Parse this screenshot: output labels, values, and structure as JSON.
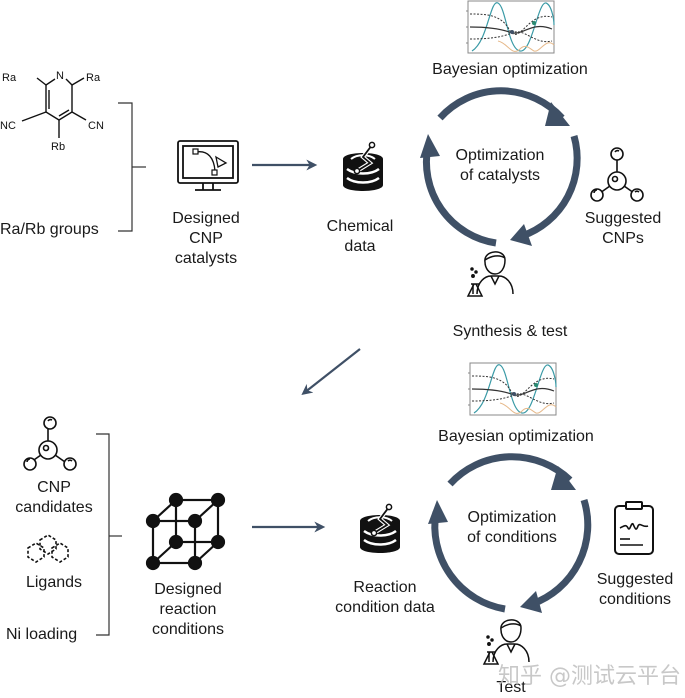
{
  "colors": {
    "arrow": "#3f5066",
    "ink": "#111111",
    "bo_teal": "#3a9aa6",
    "bo_orange": "#e6b98a"
  },
  "top": {
    "molecule": {
      "atoms": {
        "n": "N",
        "ra_left": "Ra",
        "ra_right": "Ra",
        "nc_left": "NC",
        "cn_right": "CN",
        "rb": "Rb"
      }
    },
    "ra_rb_label": "Ra/Rb groups",
    "designed_label": [
      "Designed",
      "CNP",
      "catalysts"
    ],
    "chemical_data_label": [
      "Chemical",
      "data"
    ],
    "bo_label": "Bayesian optimization",
    "cycle_label": [
      "Optimization",
      "of catalysts"
    ],
    "suggested_label": [
      "Suggested",
      "CNPs"
    ],
    "synthesis_label": "Synthesis & test",
    "icons": [
      "design-computer-icon",
      "database-icon",
      "bayesian-plot-icon",
      "molecule-icon",
      "scientist-icon"
    ]
  },
  "bottom": {
    "cnp_label": [
      "CNP",
      "candidates"
    ],
    "ligands_label": "Ligands",
    "ni_label": "Ni loading",
    "designed_label": [
      "Designed",
      "reaction",
      "conditions"
    ],
    "data_label": [
      "Reaction",
      "condition data"
    ],
    "bo_label": "Bayesian optimization",
    "cycle_label": [
      "Optimization",
      "of conditions"
    ],
    "suggested_label": [
      "Suggested",
      "conditions"
    ],
    "test_label": "Test",
    "icons": [
      "molecule-icon",
      "ligand-hexagons-icon",
      "cube-lattice-icon",
      "database-icon",
      "bayesian-plot-icon",
      "clipboard-icon",
      "scientist-icon"
    ]
  },
  "watermark": "知乎 @测试云平台"
}
